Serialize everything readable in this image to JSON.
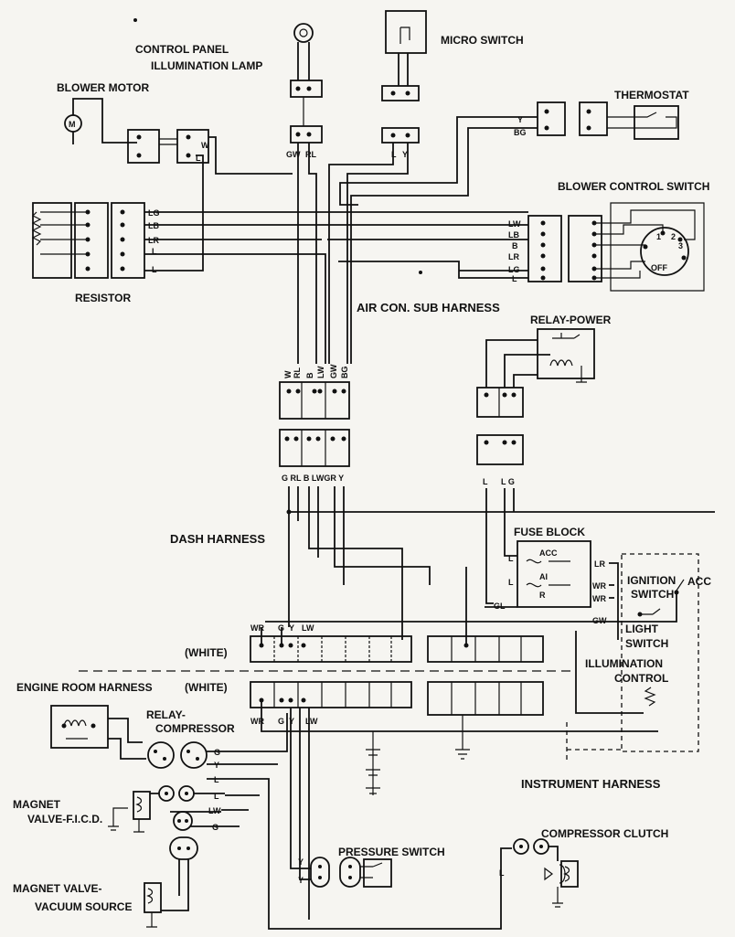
{
  "components": {
    "control_panel_lamp": "CONTROL PANEL",
    "control_panel_lamp_2": "ILLUMINATION LAMP",
    "micro_switch": "MICRO SWITCH",
    "blower_motor": "BLOWER MOTOR",
    "thermostat": "THERMOSTAT",
    "blower_control_switch": "BLOWER CONTROL SWITCH",
    "resistor": "RESISTOR",
    "air_con_sub_harness": "AIR CON. SUB HARNESS",
    "relay_power": "RELAY-POWER",
    "dash_harness": "DASH HARNESS",
    "fuse_block": "FUSE BLOCK",
    "ignition_switch": "IGNITION",
    "ignition_switch_2": "SWITCH",
    "acc_switch": "ACC",
    "light_switch": "LIGHT",
    "light_switch_2": "SWITCH",
    "illumination_control": "ILLUMINATION",
    "illumination_control_2": "CONTROL",
    "white_1": "(WHITE)",
    "white_2": "(WHITE)",
    "engine_room_harness": "ENGINE ROOM HARNESS",
    "relay_compressor": "RELAY-",
    "relay_compressor_2": "COMPRESSOR",
    "instrument_harness": "INSTRUMENT HARNESS",
    "magnet_valve_ficd": "MAGNET",
    "magnet_valve_ficd_2": "VALVE-F.I.C.D.",
    "pressure_switch": "PRESSURE SWITCH",
    "compressor_clutch": "COMPRESSOR CLUTCH",
    "magnet_valve_vacuum": "MAGNET VALVE-",
    "magnet_valve_vacuum_2": "VACUUM SOURCE"
  },
  "fuse_block_labels": {
    "acc": "ACC",
    "ai": "AI",
    "r": "R",
    "lr": "LR",
    "wr_1": "WR",
    "wr_2": "WR",
    "l_1": "L",
    "l_2": "L",
    "gl": "GL",
    "gw": "GW"
  },
  "switch_positions": {
    "off": "OFF",
    "one": "1",
    "two": "2",
    "three": "3"
  },
  "wire_codes": {
    "lamp_gw": "GW",
    "lamp_rl": "RL",
    "micro_l": "L",
    "micro_y": "Y",
    "therm_y": "Y",
    "therm_bg": "BG",
    "blower_w": "W",
    "blower_l": "L",
    "res_lg": "LG",
    "res_lb": "LB",
    "res_lr": "LR",
    "res_l1": "L",
    "res_l2": "L",
    "bcs_lw": "LW",
    "bcs_lb": "LB",
    "bcs_b": "B",
    "bcs_lr": "LR",
    "bcs_lg": "LG",
    "bcs_l": "L",
    "sub_conn": [
      "W",
      "RL",
      "B",
      "LW",
      "GW",
      "BG"
    ],
    "dash_conn": "G RL B LWGR Y",
    "relay_l": "L",
    "relay_lg": "L G",
    "white1_conn": [
      "WR",
      "G",
      "Y",
      "LW"
    ],
    "white2_conn": [
      "WR",
      "G",
      "Y",
      "LW"
    ],
    "eng_g1": "G",
    "eng_y": "Y",
    "eng_l1": "L",
    "eng_l2": "L",
    "eng_lw": "LW",
    "eng_g2": "G",
    "ps_y1": "Y",
    "ps_y2": "Y",
    "clutch_l": "L"
  }
}
